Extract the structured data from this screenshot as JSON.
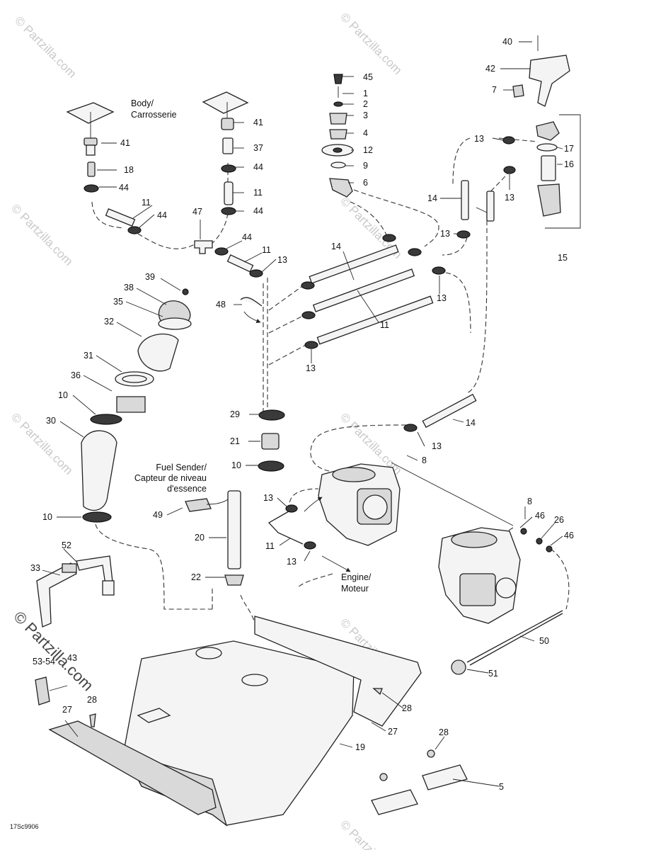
{
  "watermark": {
    "repeat_text": "© Partzilla.com",
    "side_text": "© Partzilla.com"
  },
  "labels": {
    "body": "Body/",
    "carrosserie": "Carrosserie",
    "fuel_sender": "Fuel Sender/",
    "capteur": "Capteur de niveau",
    "essence": "d'essence",
    "engine": "Engine/",
    "moteur": "Moteur",
    "diagram_code": "17Sc9906"
  },
  "callouts": {
    "c40": "40",
    "c42": "42",
    "c7": "7",
    "c45": "45",
    "c1": "1",
    "c2": "2",
    "c3": "3",
    "c4": "4",
    "c12": "12",
    "c9": "9",
    "c6": "6",
    "c41a": "41",
    "c41b": "41",
    "c37": "37",
    "c18": "18",
    "c44a": "44",
    "c44b": "44",
    "c44c": "44",
    "c44d": "44",
    "c44e": "44",
    "c11a": "11",
    "c11b": "11",
    "c11c": "11",
    "c11d": "11",
    "c11e": "11",
    "c47": "47",
    "c13a": "13",
    "c13b": "13",
    "c13c": "13",
    "c13d": "13",
    "c13e": "13",
    "c13f": "13",
    "c13g": "13",
    "c13h": "13",
    "c14a": "14",
    "c14b": "14",
    "c14c": "14",
    "c17": "17",
    "c16": "16",
    "c15": "15",
    "c39": "39",
    "c38": "38",
    "c35": "35",
    "c32": "32",
    "c31": "31",
    "c36": "36",
    "c10a": "10",
    "c10b": "10",
    "c10c": "10",
    "c30": "30",
    "c48": "48",
    "c29": "29",
    "c21": "21",
    "c49": "49",
    "c20": "20",
    "c22": "22",
    "c8a": "8",
    "c8b": "8",
    "c46a": "46",
    "c46b": "46",
    "c26": "26",
    "c52": "52",
    "c33": "33",
    "c43": "43",
    "c5354": "53-54",
    "c27a": "27",
    "c27b": "27",
    "c28a": "28",
    "c28b": "28",
    "c28c": "28",
    "c19": "19",
    "c5": "5",
    "c50": "50",
    "c51": "51"
  }
}
